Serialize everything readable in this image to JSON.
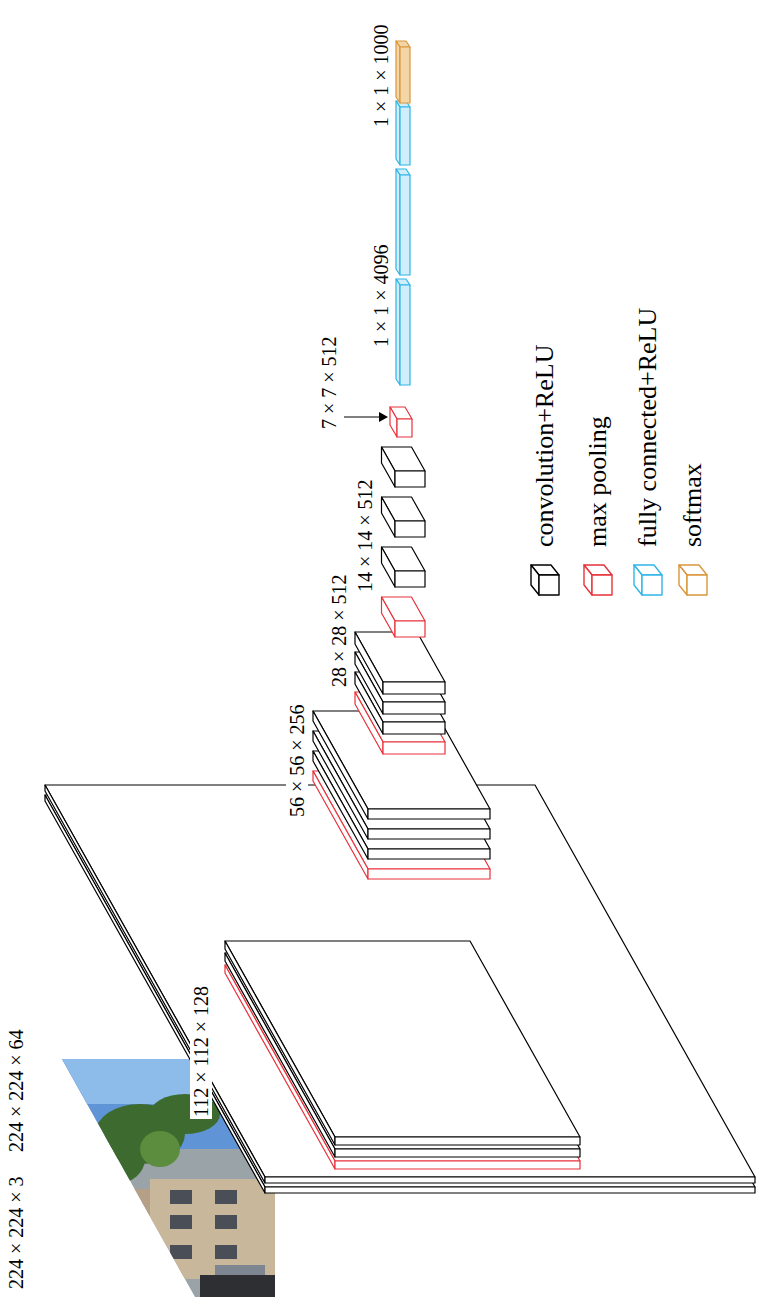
{
  "diagram": {
    "labels": [
      "224 × 224 × 3",
      "224 × 224 × 64",
      "112 × 112 × 128",
      "56 × 56 × 256",
      "28 × 28 × 512",
      "14 × 14 × 512",
      "7 × 7 × 512",
      "1 × 1 × 4096",
      "1 × 1 × 1000"
    ],
    "legend": [
      {
        "text": "convolution+ReLU",
        "color": "#000000"
      },
      {
        "text": "max pooling",
        "color": "#e8313a"
      },
      {
        "text": "fully connected+ReLU",
        "color": "#2fb5e6"
      },
      {
        "text": "softmax",
        "color": "#d9963a"
      }
    ]
  }
}
